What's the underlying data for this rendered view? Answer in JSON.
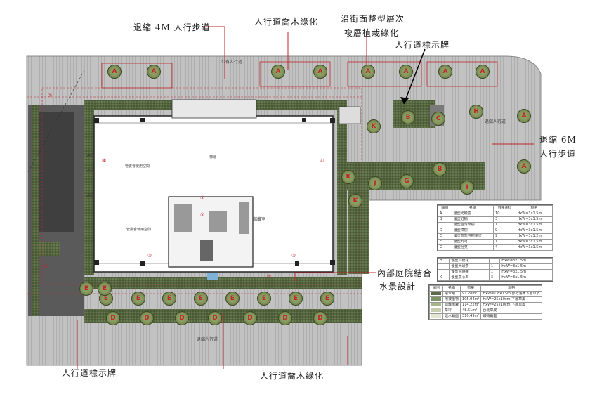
{
  "annotations": {
    "setback_4m": "退縮 4M 人行步道",
    "sidewalk_trees_top": "人行道喬木綠化",
    "facade_layered_1": "沿街面整型層次",
    "facade_layered_2": "複層植栽綠化",
    "sidewalk_sign_top": "人行道標示牌",
    "setback_6m_1": "退縮 6M",
    "setback_6m_2": "人行步道",
    "courtyard_1": "內部庭院結合",
    "courtyard_2": "水景設計",
    "sidewalk_sign_bottom": "人行道標示牌",
    "sidewalk_trees_bottom": "人行道喬木綠化"
  },
  "plan_labels": {
    "public_sidewalk_top": "公有人行道",
    "sidewalk_right": "退縮人行道",
    "sidewalk_bottom": "退縮人行道",
    "room_upper": "管委會使用空間",
    "room_lower": "管委會使用空間",
    "storage": "儲藏室",
    "lobby": "梯廳",
    "ac": "AC",
    "nums": [
      "①",
      "②",
      "③",
      "④",
      "⑤"
    ]
  },
  "markers": {
    "A": "A",
    "B": "B",
    "D": "D",
    "E": "E",
    "G": "G",
    "H": "H",
    "I": "I",
    "J": "J",
    "K": "K",
    "C": "C"
  },
  "legend1": {
    "headers": [
      "圖例",
      "名稱",
      "數量(株)",
      "規格"
    ],
    "rows": [
      [
        "A",
        "優型光蠟樹",
        "10",
        "HxW=3x1.5m"
      ],
      [
        "B",
        "優型紅楠",
        "3",
        "HxW=3x1.5m"
      ],
      [
        "C",
        "優型台灣欒樹",
        "1",
        "HxW=3x1.5m"
      ],
      [
        "D",
        "優型樟樹",
        "9",
        "HxW=3x1.5m"
      ],
      [
        "E",
        "優型四季桂樹整型",
        "9",
        "HxW=3x1.2m"
      ],
      [
        "F",
        "優型九芎",
        "1",
        "HxW=3x1.5m"
      ],
      [
        "G",
        "優型杜英",
        "4",
        "HxW=3x1.5m"
      ]
    ]
  },
  "legend2": {
    "rows": [
      [
        "H",
        "優型山櫻花",
        "1",
        "HxW=3x1.5m"
      ],
      [
        "I",
        "優型大頭茶",
        "1",
        "HxW=3x1.5m"
      ],
      [
        "J",
        "優型青剛櫟",
        "1",
        "HxW=3x1.5m"
      ],
      [
        "K",
        "優型樹心石",
        "3",
        "HxW=3x1.5m"
      ]
    ]
  },
  "legend3": {
    "headers": [
      "圖例",
      "名稱",
      "數量",
      "規格"
    ],
    "rows": [
      [
        "#5d6b4a",
        "灌木類",
        "91.28m²",
        "HxW=1.8x0.5m,部分灌木下層草皮"
      ],
      [
        "#7f9466",
        "地被植物",
        "105.94m²",
        "HxW=25x10cm,下層草皮"
      ],
      [
        "#a7b48b",
        "綠籬植栽",
        "114.22m²",
        "HxW=25x10cm,下層草皮"
      ],
      [
        "#c6cdb1",
        "草坪",
        "48.51m²",
        "台北草皮"
      ],
      [
        "#e3e6d3",
        "透水鋪面",
        "310.49m²",
        "磁磚鋪面"
      ]
    ]
  },
  "colors": {
    "red": "#c0262c",
    "hedge": "#3f4f30",
    "tree": "#7a8a55",
    "pavement": "#b9b9b9",
    "building": "#ffffff"
  }
}
